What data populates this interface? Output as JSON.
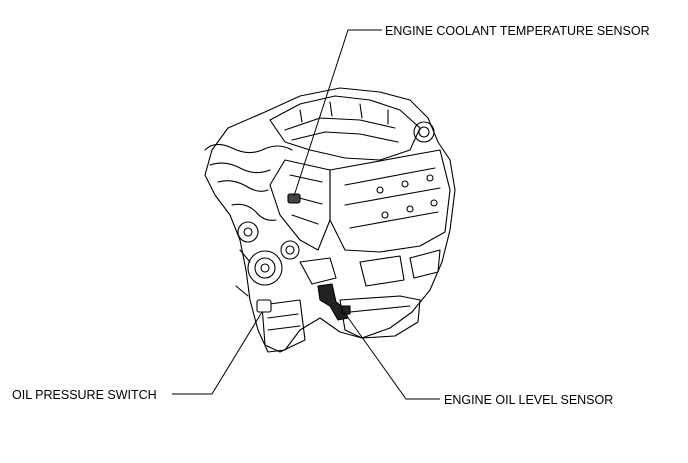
{
  "labels": {
    "coolant_sensor": "ENGINE COOLANT TEMPERATURE SENSOR",
    "oil_pressure_switch": "OIL PRESSURE SWITCH",
    "oil_level_sensor": "ENGINE OIL LEVEL SENSOR"
  },
  "colors": {
    "line": "#000000",
    "background": "#ffffff"
  }
}
